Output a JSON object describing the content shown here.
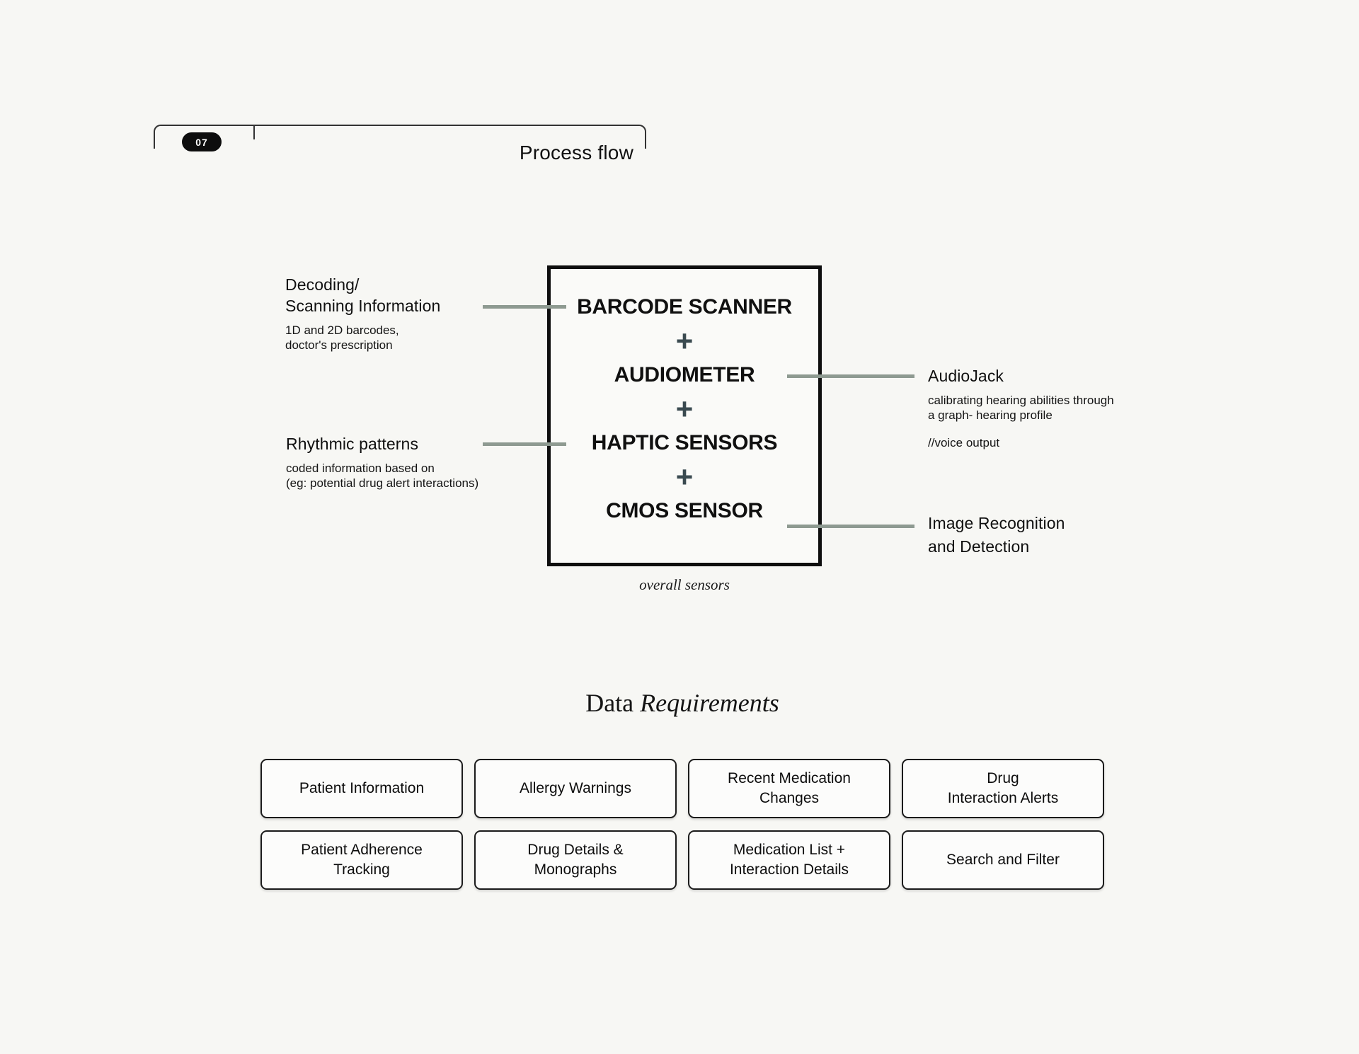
{
  "header": {
    "page_number": "07",
    "title": "Process flow"
  },
  "sensor_box": {
    "items": [
      "BARCODE SCANNER",
      "AUDIOMETER",
      "HAPTIC SENSORS",
      "CMOS SENSOR"
    ],
    "separator": "+",
    "caption": "overall sensors"
  },
  "annotations": {
    "decoding": {
      "heading": "Decoding/\nScanning Information",
      "detail": "1D and 2D barcodes,\ndoctor's prescription"
    },
    "rhythmic": {
      "heading": "Rhythmic patterns",
      "detail": "coded information based on\n(eg: potential drug alert interactions)"
    },
    "audiojack": {
      "heading": "AudioJack",
      "detail": "calibrating hearing abilities through\na graph- hearing profile",
      "note": "//voice output"
    },
    "image_recognition": {
      "heading": "Image Recognition\nand Detection"
    }
  },
  "data_requirements": {
    "title_regular": "Data",
    "title_italic": "Requirements",
    "cards": [
      {
        "label": "Patient Information"
      },
      {
        "label": "Allergy Warnings"
      },
      {
        "label": "Recent Medication\nChanges"
      },
      {
        "label": "Drug\nInteraction Alerts"
      },
      {
        "label": "Patient Adherence\nTracking"
      },
      {
        "label": "Drug Details &\nMonographs"
      },
      {
        "label": "Medication List +\nInteraction Details"
      },
      {
        "label": "Search and Filter"
      }
    ]
  },
  "colors": {
    "page_bg": "#F7F7F4",
    "connector_line": "#8E9A91",
    "plus_sign": "#3A4A50",
    "box_border": "#0E0E0E",
    "badge_bg": "#0D0D0D",
    "badge_text": "#FFFFFF",
    "text": "#101010"
  }
}
